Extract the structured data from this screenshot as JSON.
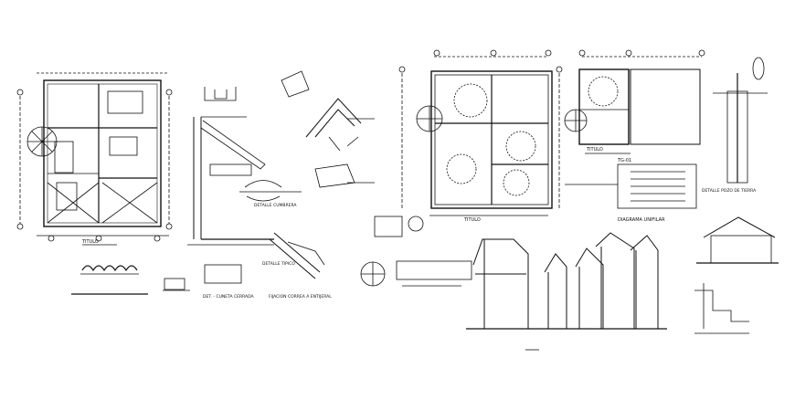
{
  "labels": {
    "plan1": "TITULO",
    "plan2": "TITULO",
    "plan3": "TITULO",
    "det_cumbrera": "DETALLE CUMBRERA",
    "det_tipico": "DETALLE TIPICO",
    "fijacion": "FIJACION CORREA A ENTIJERAL",
    "cuneta": "DET. - CUNETA CERRADA",
    "diagrama": "DIAGRAMA UNIFILAR",
    "tg": "TG-01",
    "pozo": "DETALLE POZO DE TIERRA"
  }
}
